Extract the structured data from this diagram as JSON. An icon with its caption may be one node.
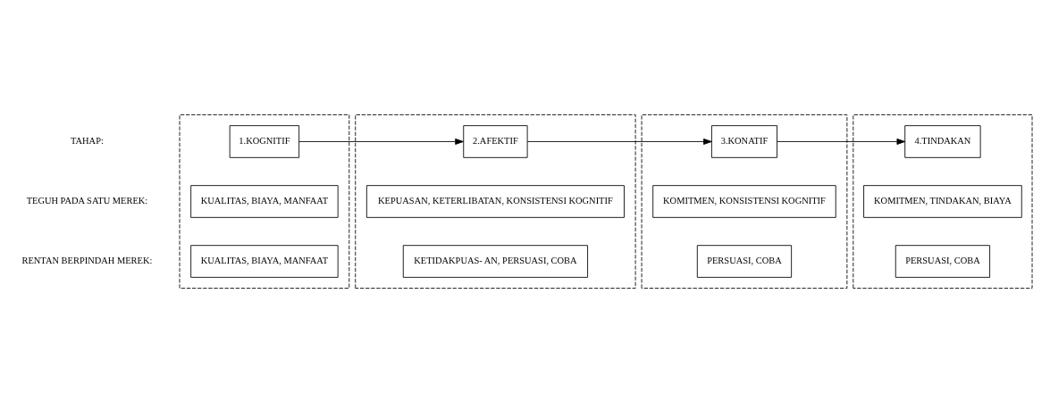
{
  "diagram": {
    "nodes": [
      {
        "text": [],
        "shape": "box"
      },
      {
        "text": [
          "1.KOGNITIF"
        ],
        "in": 0
      },
      {
        "text": [
          "KUALITAS, BIAYA, MANFAAT"
        ],
        "in": 0
      },
      {
        "text": [
          "KUALITAS, BIAYA, MANFAAT"
        ],
        "in": 0
      },
      {
        "text": [],
        "shape": "box"
      },
      {
        "text": [
          "2.AFEKTIF"
        ],
        "in": 4
      },
      {
        "text": [
          "KEPUASAN, KETERLIBATAN, KONSISTENSI KOGNITIF"
        ],
        "in": 4
      },
      {
        "text": [
          "KETIDAKPUAS- AN, PERSUASI, COBA"
        ],
        "in": 4
      },
      {
        "text": [],
        "shape": "box"
      },
      {
        "text": [
          "3.KONATIF"
        ],
        "in": 8
      },
      {
        "text": [
          "KOMITMEN, KONSISTENSI KOGNITIF"
        ],
        "in": 8
      },
      {
        "text": [
          "PERSUASI, COBA"
        ],
        "in": 8
      },
      {
        "text": [],
        "shape": "box"
      },
      {
        "text": [
          "4.TINDAKAN"
        ],
        "in": 12
      },
      {
        "text": [
          "KOMITMEN, TINDAKAN, BIAYA"
        ],
        "in": 12
      },
      {
        "text": [
          "PERSUASI, COBA"
        ],
        "in": 12
      }
    ],
    "edges": [
      {
        "from": 1,
        "to": 5,
        "arrow": "to"
      },
      {
        "from": 5,
        "to": 9,
        "arrow": "to"
      },
      {
        "from": 9,
        "to": 13,
        "arrow": "to"
      }
    ],
    "labels": [
      "TAHAP:",
      "TEGUH PADA SATU MEREK:",
      "RENTAN BERPINDAH MEREK:"
    ]
  }
}
